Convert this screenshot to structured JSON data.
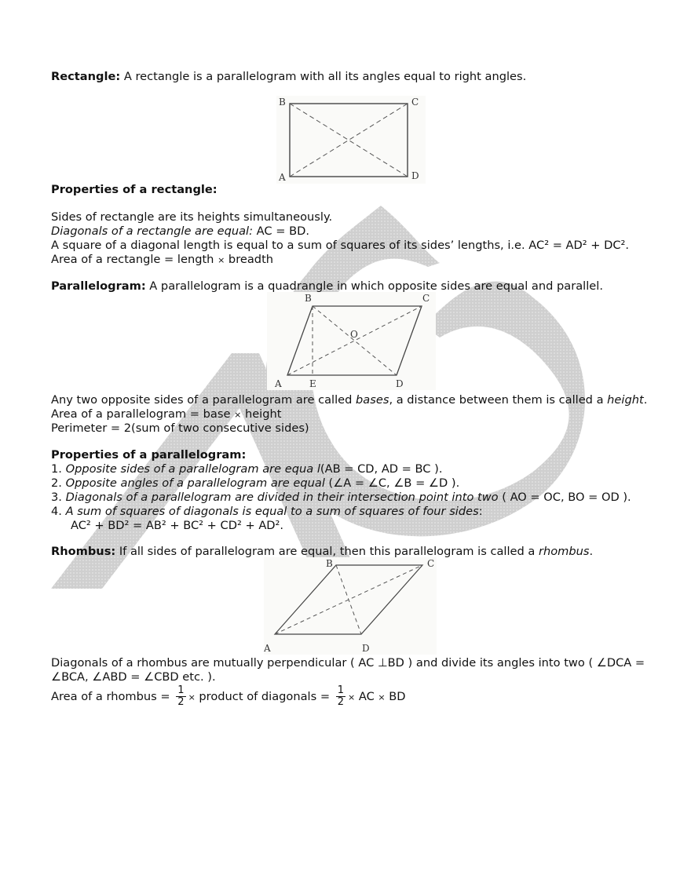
{
  "rectangle": {
    "heading": "Rectangle:",
    "definition": " A rectangle is a parallelogram with all its angles equal to right angles.",
    "figure": {
      "labels": [
        "B",
        "C",
        "A",
        "D"
      ]
    },
    "properties_heading": "Properties of a rectangle:",
    "props": {
      "p1": "Sides of rectangle are its heights simultaneously.",
      "p2_italic": "Diagonals of a rectangle are equal:",
      "p2_rest": " AC = BD.",
      "p3": "A square of a diagonal length is equal to a sum of squares of its sides’ lengths, i.e. AC²  = AD² + DC².",
      "p4a": "Area of a rectangle = length ",
      "p4times": "×",
      "p4b": " breadth"
    }
  },
  "parallelogram": {
    "heading": "Parallelogram:",
    "definition": " A parallelogram is a quadrangle in which opposite sides are equal and parallel.",
    "figure": {
      "labels": [
        "B",
        "C",
        "O",
        "A",
        "E",
        "D"
      ]
    },
    "bases_a": "Any two opposite sides of a parallelogram are called ",
    "bases_i": "bases",
    "bases_b": ", a distance between them is called a ",
    "bases_h": "height",
    "bases_c": ".",
    "area_a": "Area of a parallelogram = base ",
    "area_times": "×",
    "area_b": " height",
    "perimeter": "Perimeter = 2(sum of two consecutive sides)",
    "properties_heading": "Properties of a parallelogram:",
    "props": [
      {
        "num": " 1. ",
        "italic": "Opposite sides of a parallelogram are equa l",
        "rest": "(AB = CD, AD = BC )."
      },
      {
        "num": " 2. ",
        "italic": "Opposite angles of a parallelogram are equal",
        "rest": " (∠A = ∠C, ∠B = ∠D )."
      },
      {
        "num": " 3. ",
        "italic": "Diagonals of a parallelogram are divided in their intersection point into two",
        "rest": " ( AO = OC, BO = OD )."
      },
      {
        "num": " 4. ",
        "italic": "A sum of squares of diagonals is equal to a sum of squares of four sides",
        "rest": ":"
      }
    ],
    "formula": "AC² + BD² = AB² + BC² + CD² + AD²."
  },
  "rhombus": {
    "heading": "Rhombus:",
    "definition_a": " If all sides of parallelogram are equal, then this parallelogram is called a ",
    "definition_i": "rhombus",
    "definition_b": ".",
    "figure": {
      "labels": [
        "B",
        "C",
        "A",
        "D"
      ]
    },
    "diag_line1": "Diagonals of a rhombus are mutually perpendicular ( AC ⊥BD ) and divide its angles into two ( ∠DCA =",
    "diag_line2": "∠BCA, ∠ABD = ∠CBD etc. ).",
    "area_a": "Area of a rhombus = ",
    "frac_num": "1",
    "frac_den": "2",
    "times": "×",
    "area_b": " product  of  diagonals = ",
    "area_c": " AC ",
    "area_d": " BD"
  },
  "watermark": {
    "color": "#c8c8c8"
  }
}
